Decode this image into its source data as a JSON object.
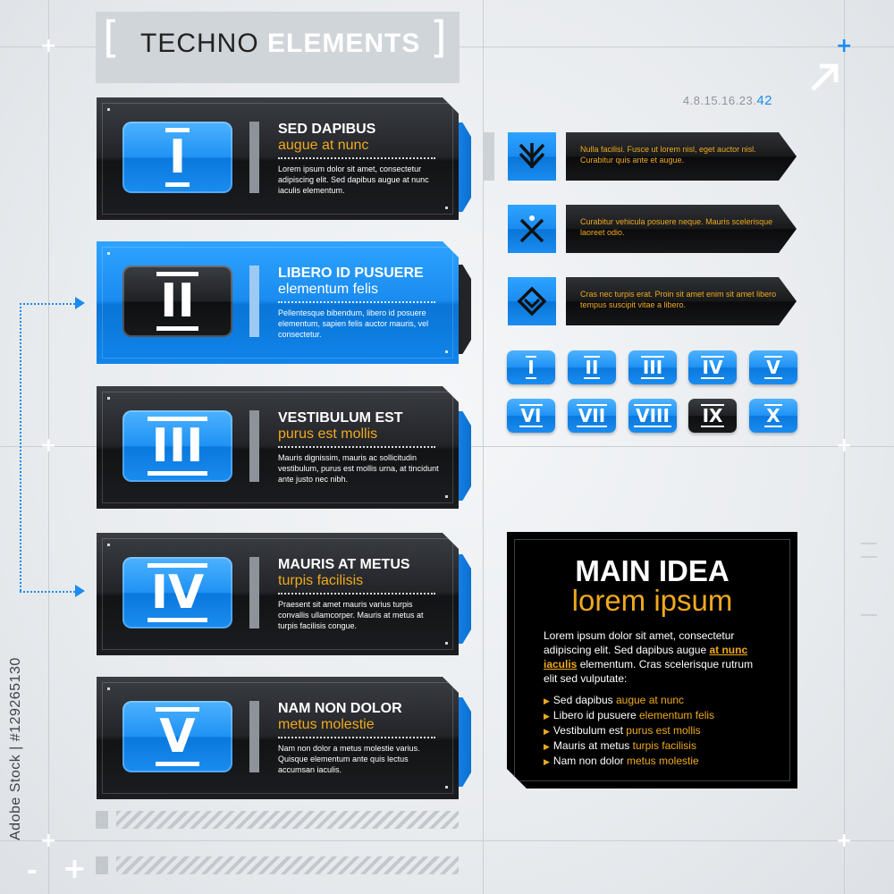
{
  "header": {
    "title_light": "TECHNO ",
    "title_bold": "ELEMENTS",
    "sequence": "4.8.15.16.23.",
    "sequence_highlight": "42"
  },
  "cards": [
    {
      "numeral": "I",
      "heading": "SED DAPIBUS",
      "subheading": "augue at nunc",
      "body": "Lorem ipsum dolor sit amet, consectetur adipiscing elit. Sed dapibus augue at nunc iaculis elementum.",
      "style": "dark"
    },
    {
      "numeral": "II",
      "heading": "LIBERO ID PUSUERE",
      "subheading": "elementum felis",
      "body": "Pellentesque bibendum, libero id posuere elementum, sapien felis auctor mauris, vel consectetur.",
      "style": "blue"
    },
    {
      "numeral": "III",
      "heading": "VESTIBULUM EST",
      "subheading": "purus est mollis",
      "body": "Mauris dignissim, mauris ac sollicitudin vestibulum, purus est mollis urna, at tincidunt ante justo nec nibh.",
      "style": "dark"
    },
    {
      "numeral": "IV",
      "heading": "MAURIS AT METUS",
      "subheading": "turpis facilisis",
      "body": "Praesent sit amet mauris varius turpis convallis ullamcorper. Mauris at metus at turpis facilisis congue.",
      "style": "dark"
    },
    {
      "numeral": "V",
      "heading": "NAM NON DOLOR",
      "subheading": "metus molestie",
      "body": "Nam non dolor a metus molestie varius. Quisque elementum ante quis lectus accumsan iaculis.",
      "style": "dark"
    }
  ],
  "banners": [
    {
      "icon": "double-chevron-down-icon",
      "text": "Nulla facilisi. Fusce ut lorem nisl, eget auctor nisl. Curabitur quis ante et augue."
    },
    {
      "icon": "cross-x-icon",
      "text": "Curabitur vehicula posuere neque. Mauris scelerisque laoreet odio."
    },
    {
      "icon": "diamond-arrow-down-icon",
      "text": "Cras nec turpis erat. Proin sit amet enim sit amet libero tempus suscipit vitae a libero."
    }
  ],
  "roman_buttons": [
    "I",
    "II",
    "III",
    "IV",
    "V",
    "VI",
    "VII",
    "VIII",
    "IX",
    "X"
  ],
  "roman_active": "IX",
  "main_idea": {
    "title": "MAIN IDEA",
    "subtitle": "lorem ipsum",
    "para_start": "Lorem ipsum dolor sit amet, consectetur adipiscing elit. Sed dapibus augue ",
    "para_link": "at nunc iaculis",
    "para_end": " elementum. Cras scelerisque rutrum elit sed vulputate:",
    "list": [
      {
        "text": "Sed dapibus ",
        "accent": "augue at nunc"
      },
      {
        "text": "Libero id pusuere ",
        "accent": "elementum felis"
      },
      {
        "text": "Vestibulum est ",
        "accent": "purus est mollis"
      },
      {
        "text": "Mauris at metus ",
        "accent": "turpis facilisis"
      },
      {
        "text": "Nam non dolor ",
        "accent": "metus molestie"
      }
    ]
  },
  "side_id": "Adobe Stock | #129265130",
  "colors": {
    "accent_blue": "#1a8cf0",
    "accent_orange": "#f0a91e",
    "dark": "#18191b"
  }
}
